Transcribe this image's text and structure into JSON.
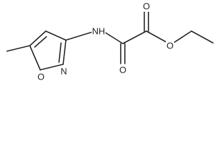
{
  "molecule": {
    "atoms": {
      "nh": "NH",
      "n_ring": "N",
      "o_ring": "O",
      "o_amide": "O",
      "o_carbonyl": "O",
      "o_ester": "O"
    }
  },
  "colors": {
    "bond": "#222222",
    "background": "#ffffff"
  }
}
